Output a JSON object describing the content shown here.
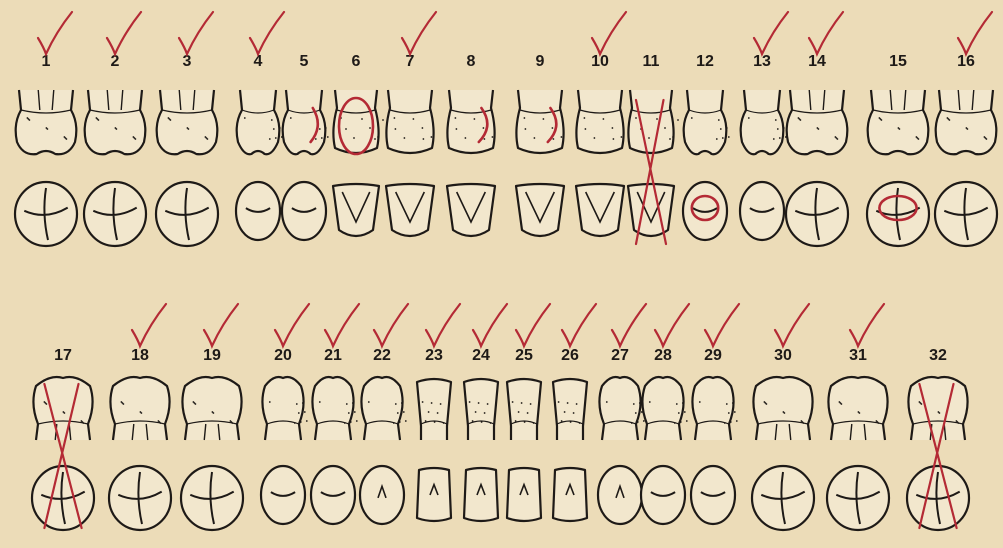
{
  "colors": {
    "paper": "#ecdcb8",
    "ink": "#1e1a17",
    "mark": "#b42a35"
  },
  "upper": [
    {
      "n": "1",
      "type": "molar",
      "checked": true
    },
    {
      "n": "2",
      "type": "molar",
      "checked": true
    },
    {
      "n": "3",
      "type": "molar",
      "checked": true
    },
    {
      "n": "4",
      "type": "premolar",
      "checked": true
    },
    {
      "n": "5",
      "type": "premolar",
      "checked": false,
      "mark": "filling-side"
    },
    {
      "n": "6",
      "type": "canine",
      "checked": false,
      "mark": "filling-outline"
    },
    {
      "n": "7",
      "type": "incisor",
      "checked": true
    },
    {
      "n": "8",
      "type": "incisor",
      "checked": false,
      "mark": "filling-side"
    },
    {
      "n": "9",
      "type": "incisor",
      "checked": false,
      "mark": "filling-side"
    },
    {
      "n": "10",
      "type": "incisor",
      "checked": true
    },
    {
      "n": "11",
      "type": "canine",
      "checked": false,
      "mark": "cross"
    },
    {
      "n": "12",
      "type": "premolar",
      "checked": false,
      "mark": "occlusal-circle"
    },
    {
      "n": "13",
      "type": "premolar",
      "checked": true
    },
    {
      "n": "14",
      "type": "molar",
      "checked": true
    },
    {
      "n": "15",
      "type": "molar",
      "checked": false,
      "mark": "occlusal-circle"
    },
    {
      "n": "16",
      "type": "molar",
      "checked": true
    }
  ],
  "lower": [
    {
      "n": "17",
      "type": "molar",
      "checked": false,
      "mark": "cross"
    },
    {
      "n": "18",
      "type": "molar",
      "checked": true
    },
    {
      "n": "19",
      "type": "molar",
      "checked": true
    },
    {
      "n": "20",
      "type": "premolar",
      "checked": true
    },
    {
      "n": "21",
      "type": "premolar",
      "checked": true
    },
    {
      "n": "22",
      "type": "canine",
      "checked": true
    },
    {
      "n": "23",
      "type": "incisor",
      "checked": true
    },
    {
      "n": "24",
      "type": "incisor",
      "checked": true
    },
    {
      "n": "25",
      "type": "incisor",
      "checked": true
    },
    {
      "n": "26",
      "type": "incisor",
      "checked": true
    },
    {
      "n": "27",
      "type": "canine",
      "checked": true
    },
    {
      "n": "28",
      "type": "premolar",
      "checked": true
    },
    {
      "n": "29",
      "type": "premolar",
      "checked": true
    },
    {
      "n": "30",
      "type": "molar",
      "checked": true
    },
    {
      "n": "31",
      "type": "molar",
      "checked": true
    },
    {
      "n": "32",
      "type": "molar",
      "checked": false,
      "mark": "cross"
    }
  ]
}
